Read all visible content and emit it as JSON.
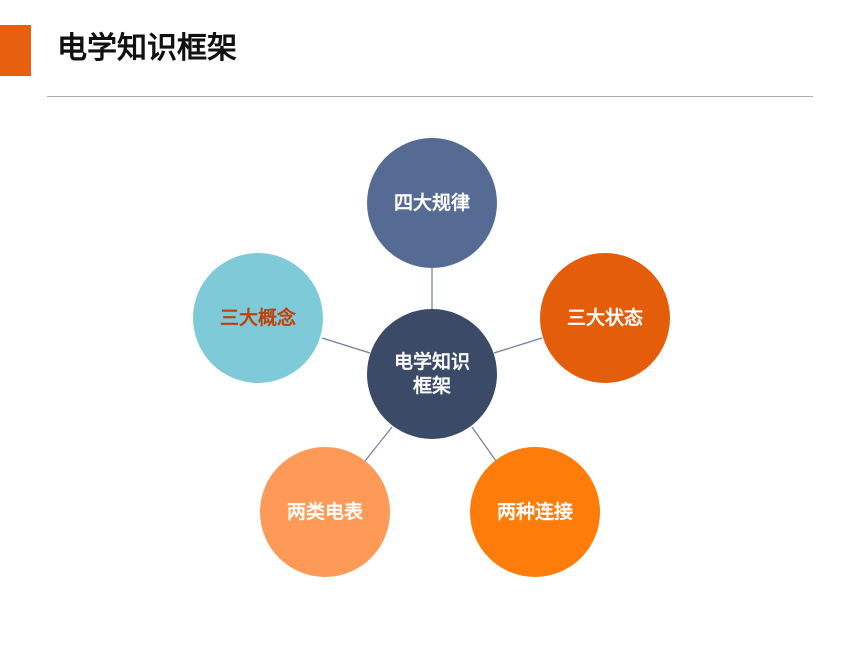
{
  "page": {
    "title": "电学知识框架",
    "accent_color": "#e8600f"
  },
  "diagram": {
    "center": {
      "label_line1": "电学知识",
      "label_line2": "框架",
      "color": "#3b4a67",
      "text_color": "#ffffff"
    },
    "nodes": [
      {
        "id": "top",
        "label": "四大规律",
        "color": "#566b94",
        "text_color": "#ffffff"
      },
      {
        "id": "left",
        "label": "三大概念",
        "color": "#7ecad9",
        "text_color": "#c0410b"
      },
      {
        "id": "right",
        "label": "三大状态",
        "color": "#e35d0b",
        "text_color": "#ffffff"
      },
      {
        "id": "bottom-left",
        "label": "两类电表",
        "color": "#fd9a57",
        "text_color": "#ffffff"
      },
      {
        "id": "bottom-right",
        "label": "两种连接",
        "color": "#fd7c0a",
        "text_color": "#ffffff"
      }
    ]
  }
}
